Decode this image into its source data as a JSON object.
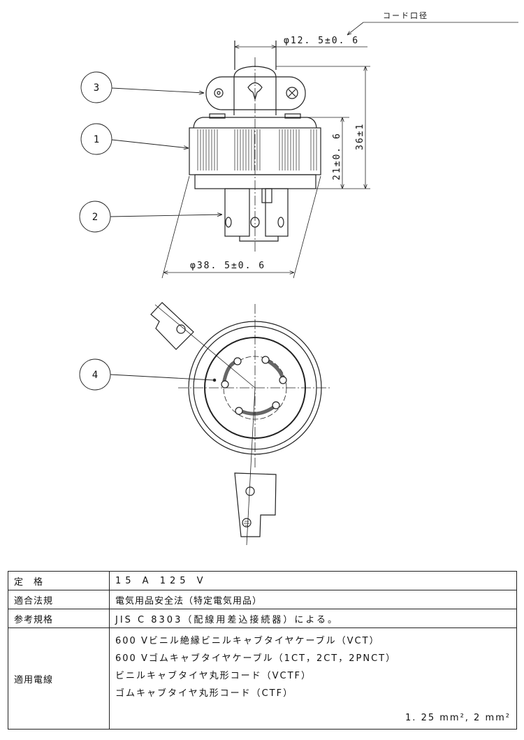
{
  "drawing": {
    "callouts": [
      "1",
      "2",
      "3",
      "4"
    ],
    "dimensions": {
      "cord_diameter_label": "コード口径",
      "cord_diameter": "φ12. 5±0. 6",
      "body_diameter": "φ38. 5±0. 6",
      "body_height": "21±0. 6",
      "total_height": "36±1"
    }
  },
  "spec_table": {
    "rows": [
      {
        "label": "定　格",
        "value": "15 A 125 V"
      },
      {
        "label": "適合法規",
        "value": "電気用品安全法（特定電気用品）"
      },
      {
        "label": "参考規格",
        "value": "JIS C 8303（配線用差込接続器）による。"
      },
      {
        "label": "適用電線",
        "lines": [
          "600 Vビニル絶縁ビニルキャブタイヤケーブル（VCT）",
          "600 Vゴムキャブタイヤケーブル（1CT，2CT，2PNCT）",
          "ビニルキャブタイヤ丸形コード（VCTF）",
          "ゴムキャブタイヤ丸形コード（CTF）"
        ],
        "sizes": "1. 25 mm², 2 mm²"
      }
    ]
  }
}
